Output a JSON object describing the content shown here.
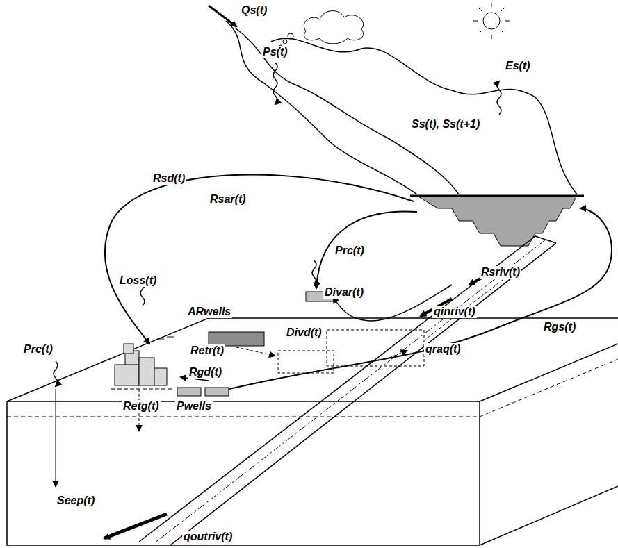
{
  "diagram": {
    "labels": [
      "Qs(t)",
      "Ps(t)",
      "Es(t)",
      "Ss(t), Ss(t+1)",
      "Rsd(t)",
      "Rsar(t)",
      "Prc(t)",
      "Rsriv(t)",
      "qinriv(t)",
      "Loss(t)",
      "Divar(t)",
      "ARwells",
      "Divd(t)",
      "Retr(t)",
      "qraq(t)",
      "Rgs(t)",
      "Rgd(t)",
      "Pwells",
      "Retg(t)",
      "Prc(t)",
      "Seep(t)",
      "qoutriv(t)"
    ]
  }
}
